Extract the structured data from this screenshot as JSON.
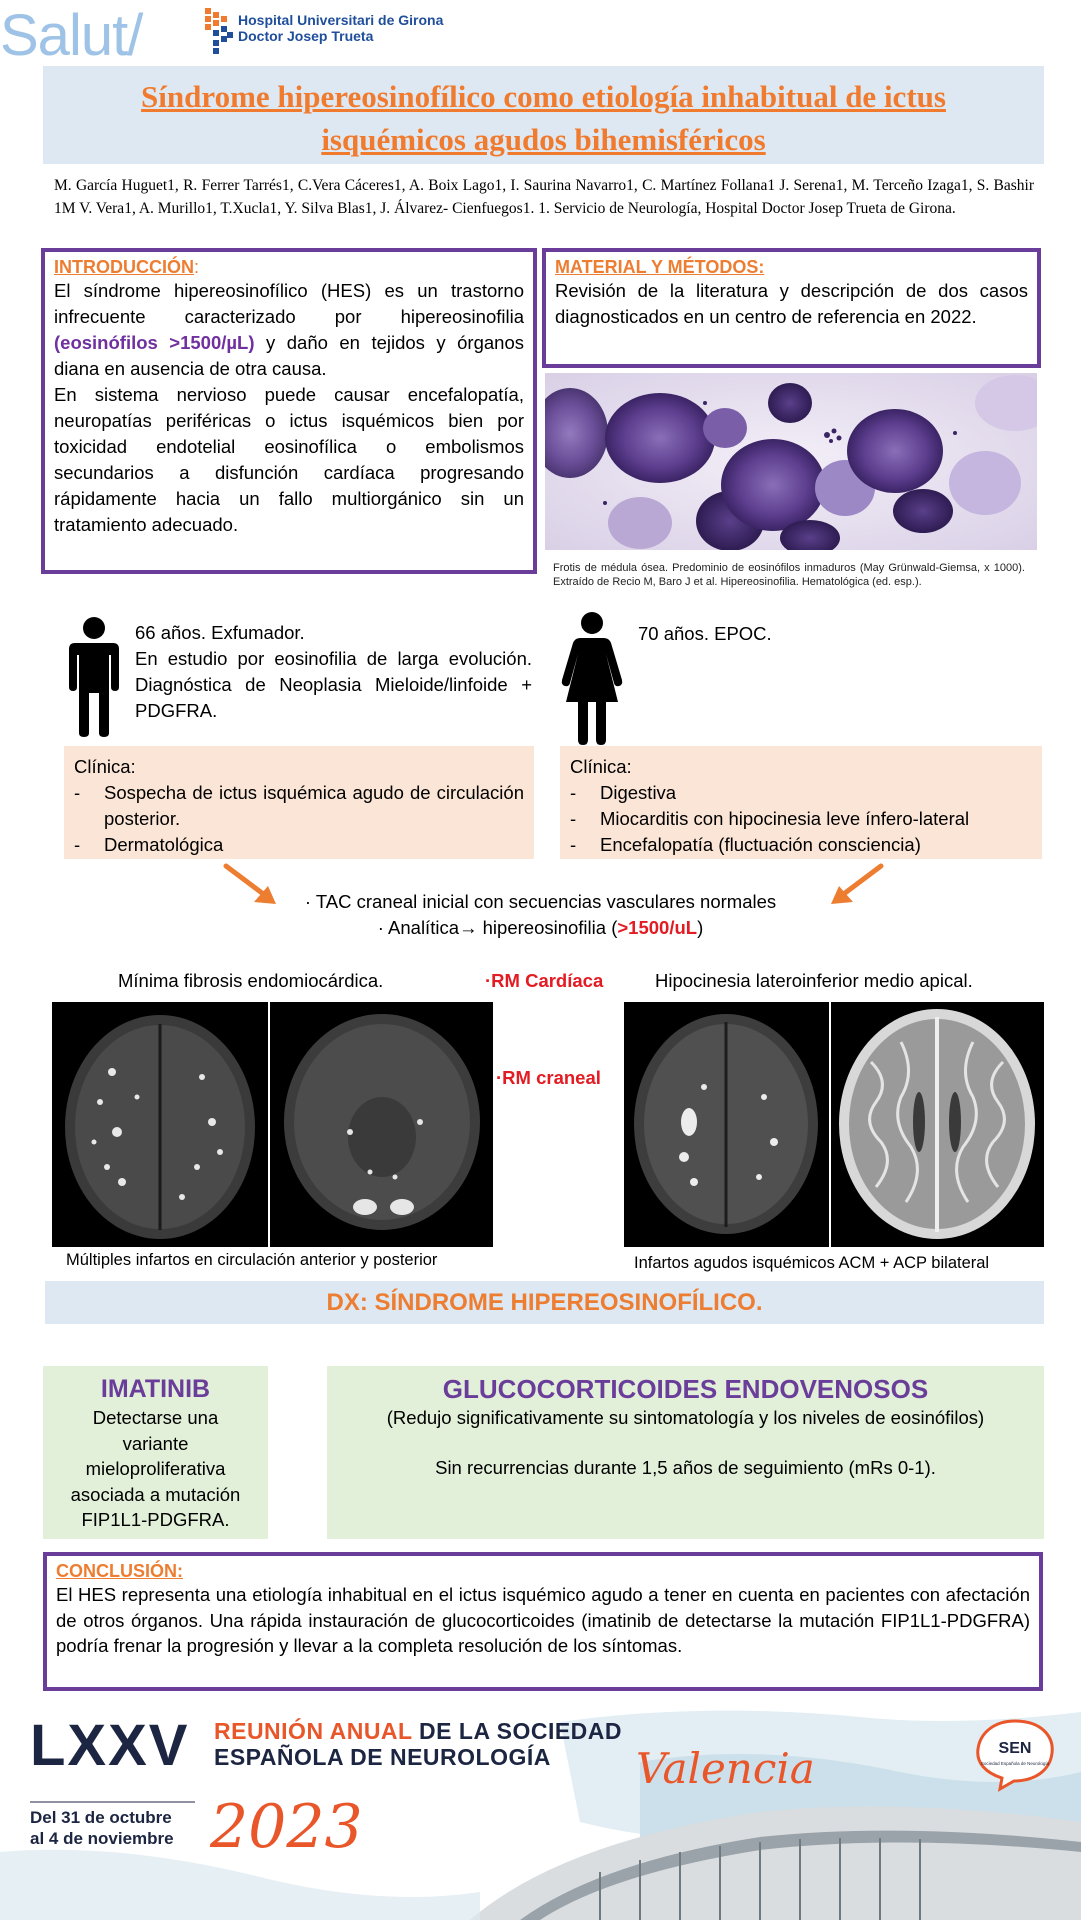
{
  "header": {
    "salut_logo": "Salut/",
    "hospital_line1": "Hospital Universitari de Girona",
    "hospital_line2": "Doctor Josep Trueta"
  },
  "title": {
    "line1": "Síndrome hipereosinofílico como etiología inhabitual de ictus",
    "line2": "isquémicos agudos bihemisféricos"
  },
  "authors": "M. García Huguet1, R. Ferrer Tarrés1, C.Vera Cáceres1, A. Boix Lago1, I. Saurina Navarro1, C. Martínez Follana1 J. Serena1, M. Terceño Izaga1, S. Bashir 1M V. Vera1, A. Murillo1, T.Xucla1, Y. Silva Blas1, J. Álvarez- Cienfuegos1. 1. Servicio de Neurología, Hospital Doctor Josep Trueta de Girona.",
  "intro": {
    "title": "INTRODUCCIÓN",
    "title_suffix": ":",
    "p1_before": "El síndrome hipereosinofílico (HES) es un trastorno infrecuente caracterizado por hipereosinofilia ",
    "p1_highlight": "(eosinófilos >1500/µL)",
    "p1_after": " y daño en tejidos y órganos diana en ausencia de otra causa.",
    "p2": "En sistema nervioso puede causar encefalopatía, neuropatías periféricas o ictus isquémicos bien por toxicidad endotelial eosinofílica o embolismos secundarios a disfunción cardíaca progresando rápidamente hacia un fallo multiorgánico sin un tratamiento adecuado."
  },
  "methods": {
    "title": "MATERIAL Y MÉTODOS:",
    "text": "Revisión de la literatura y descripción de dos casos diagnosticados en un centro de referencia en 2022."
  },
  "micro_caption": "Frotis de médula ósea. Predominio de eosinófilos inmaduros (May Grünwald-Giemsa, x 1000). Extraído de Recio M, Baro J et al. Hipereosinofilia. Hematológica (ed. esp.).",
  "patient1": {
    "line1": "66 años. Exfumador.",
    "line2": "En estudio por eosinofilia de larga evolución. Diagnóstica de Neoplasia Mieloide/linfoide + PDGFRA.",
    "clinica_title": "Clínica:",
    "clinica_items": [
      "Sospecha de ictus isquémica agudo de circulación posterior.",
      "Dermatológica"
    ]
  },
  "patient2": {
    "line1": "70 años. EPOC.",
    "clinica_title": "Clínica:",
    "clinica_items": [
      "Digestiva",
      "Miocarditis con hipocinesia leve ínfero-lateral",
      "Encefalopatía (fluctuación consciencia)"
    ]
  },
  "findings": {
    "tac": "· TAC craneal inicial con secuencias vasculares normales",
    "analitica_before": "· Analítica",
    "analitica_after": " hipereosinofilia (",
    "analitica_red": ">1500/uL",
    "analitica_close": ")"
  },
  "imaging": {
    "left_top_caption": "Mínima fibrosis endomiocárdica.",
    "right_top_caption": "Hipocinesia lateroinferior medio apical.",
    "rm_cardiaca": "RM Cardíaca",
    "rm_craneal": "RM craneal",
    "rm_prefix": "·",
    "left_bottom_caption": "Múltiples infartos en circulación anterior y posterior",
    "right_bottom_caption": "Infartos agudos isquémicos ACM + ACP bilateral"
  },
  "dx": "DX: SÍNDROME HIPEREOSINOFÍLICO.",
  "imatinib": {
    "title": "IMATINIB",
    "lines": [
      "Detectarse una",
      "variante",
      "mieloproliferativa",
      "asociada a mutación",
      "FIP1L1-PDGFRA."
    ]
  },
  "gluco": {
    "title": "GLUCOCORTICOIDES ENDOVENOSOS",
    "subtitle": "(Redujo significativamente su sintomatología y los niveles de eosinófilos)",
    "recurrence": "Sin recurrencias durante 1,5 años de seguimiento (mRs 0-1)."
  },
  "conclusion": {
    "title": "CONCLUSIÓN:",
    "text": "El HES representa una etiología inhabitual en el ictus isquémico agudo a tener en cuenta en pacientes con afectación de otros órganos. Una rápida instauración de glucocorticoides (imatinib de detectarse la mutación FIP1L1-PDGFRA) podría frenar la progresión y llevar a la completa resolución de los síntomas."
  },
  "footer": {
    "lxxv": "LXXV",
    "reunion_orange": "REUNIÓN ANUAL",
    "reunion_dark": " DE LA SOCIEDAD",
    "reunion_line2": "ESPAÑOLA DE NEUROLOGÍA",
    "date_line1": "Del 31 de octubre",
    "date_line2": "al 4 de noviembre",
    "year": "2023",
    "city": "Valencia",
    "sen": "SEN",
    "sen_sub": "Sociedad Española de Neurología"
  },
  "colors": {
    "accent_orange": "#ed7d31",
    "purple": "#6a3d9a",
    "red": "#e31b23",
    "light_blue": "#dde8f3",
    "peach": "#fbe5d6",
    "light_green": "#e2efd9"
  }
}
